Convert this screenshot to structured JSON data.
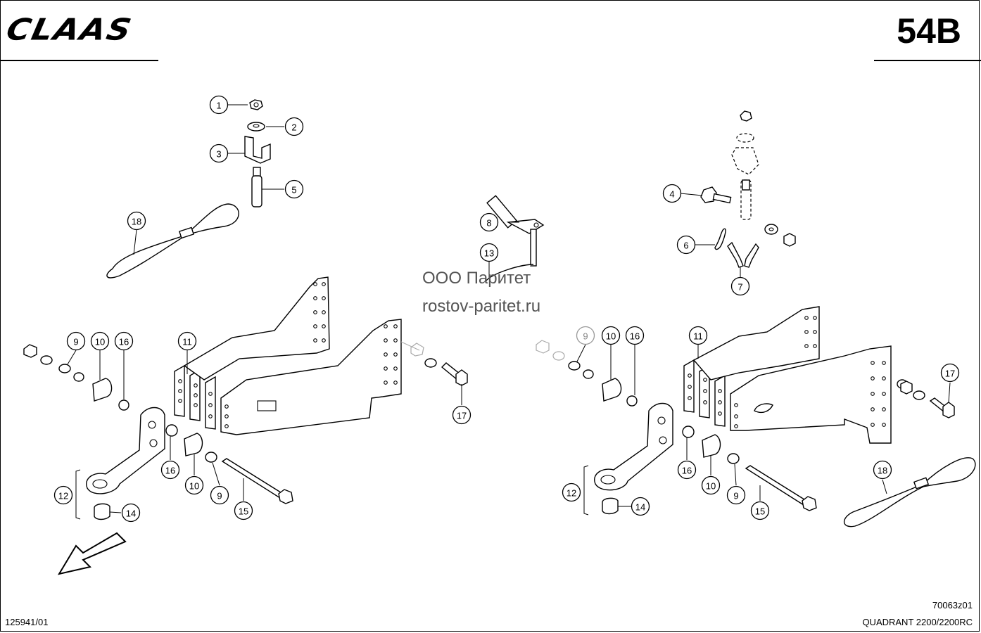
{
  "header": {
    "brand": "CLAAS",
    "page_number": "54B"
  },
  "watermark": {
    "line1": "ООО Паритет",
    "line2": "rostov-paritet.ru"
  },
  "footer": {
    "doc_id": "125941/01",
    "drawing_id": "70063z01",
    "model": "QUADRANT 2200/2200RC"
  },
  "callouts": [
    "1",
    "2",
    "3",
    "4",
    "5",
    "6",
    "7",
    "8",
    "9",
    "10",
    "11",
    "12",
    "13",
    "14",
    "15",
    "16",
    "17",
    "18"
  ]
}
